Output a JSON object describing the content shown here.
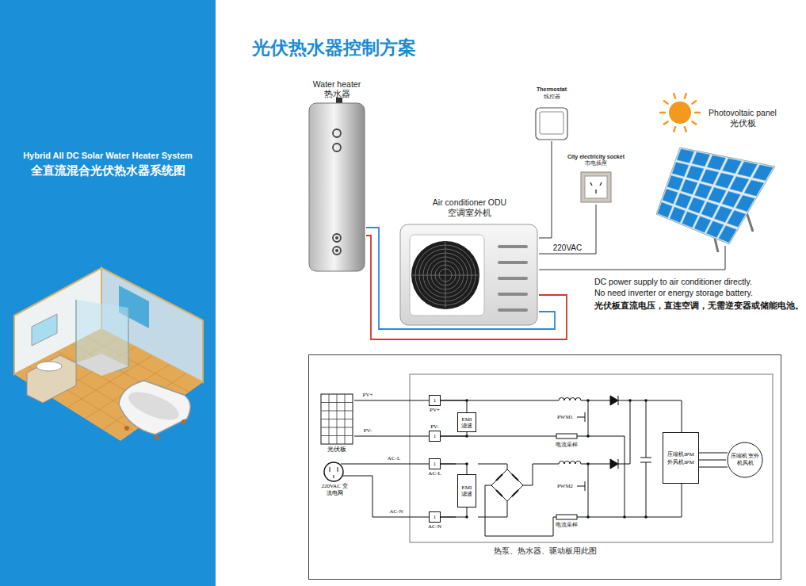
{
  "diagram": {
    "title": "光伏热水器控制方案",
    "nodes": [
      {
        "text": [
          "Hybrid All DC Solar Water Heater System",
          "全直流混合光伏热水器系统图"
        ]
      },
      {
        "text": [
          "Water heater",
          "热水器"
        ]
      },
      {
        "text": [
          "Thermostat",
          "线控器"
        ]
      },
      {
        "text": [
          "City electricity socket",
          "市电插座"
        ]
      },
      {
        "text": [
          "Air conditioner ODU",
          "空调室外机"
        ]
      },
      {
        "text": [
          "Photovoltaic panel",
          "光伏板"
        ]
      },
      {
        "text": [
          "热泵、热水器、驱动板用此图"
        ]
      },
      {
        "text": [
          "光伏板"
        ],
        "in": 6
      },
      {
        "text": [
          "220VAC 交流电网"
        ],
        "in": 6
      },
      {
        "text": [
          "1",
          "PV+"
        ],
        "in": 6
      },
      {
        "text": [
          "1",
          "PV-"
        ],
        "in": 6
      },
      {
        "text": [
          "1",
          "AC-L"
        ],
        "in": 6
      },
      {
        "text": [
          "1",
          "AC-N"
        ],
        "in": 6
      },
      {
        "text": [
          "EMI 滤波"
        ],
        "in": 6
      },
      {
        "text": [
          "EMI 滤波"
        ],
        "in": 6
      },
      {
        "text": [
          "压缩机IPM 外风机IPM"
        ],
        "in": 6
      },
      {
        "text": [
          "压缩机 室外机风机"
        ],
        "in": 6
      }
    ],
    "edges": [
      {
        "from": 1,
        "to": 4,
        "arrow": "none"
      },
      {
        "from": 1,
        "to": 4,
        "arrow": "none"
      },
      {
        "from": 2,
        "to": 4,
        "arrow": "none"
      },
      {
        "from": 3,
        "to": 4,
        "label": "220VAC",
        "arrow": "none"
      },
      {
        "from": 5,
        "to": 4,
        "arrow": "none"
      },
      {
        "from": 7,
        "to": 9,
        "label": "PV+",
        "arrow": "none"
      },
      {
        "from": 7,
        "to": 10,
        "label": "PV-",
        "arrow": "none"
      },
      {
        "from": 8,
        "to": 11,
        "label": "AC-L",
        "arrow": "none"
      },
      {
        "from": 8,
        "to": 12,
        "label": "AC-N",
        "arrow": "none"
      },
      {
        "from": 9,
        "to": 13,
        "arrow": "none"
      },
      {
        "from": 10,
        "to": 13,
        "arrow": "none"
      },
      {
        "from": 11,
        "to": 14,
        "arrow": "none"
      },
      {
        "from": 12,
        "to": 14,
        "arrow": "none"
      },
      {
        "from": 15,
        "to": 16,
        "arrow": "none"
      }
    ],
    "labels": [
      "DC power supply to air conditioner directly.",
      "No need inverter or energy storage battery.",
      "光伏板直流电压，直连空调，无需逆变器或储能电池。",
      "PWM1",
      "PWM2",
      "电流采样",
      "电流采样"
    ]
  }
}
